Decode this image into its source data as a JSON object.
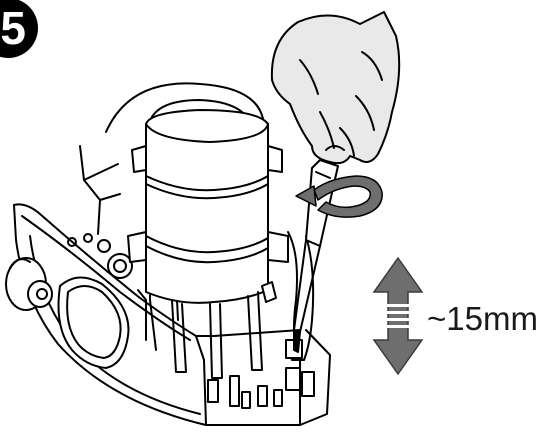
{
  "step": {
    "number": "5"
  },
  "measurement": {
    "label": "~15mm"
  },
  "icons": {
    "step_badge": "step-number-badge",
    "double_arrow": "up-down-arrow-icon",
    "rotate_arrow": "rotate-arrow-icon"
  },
  "colors": {
    "arrow_fill": "#6e6e6e",
    "line": "#000000",
    "hand_fill": "#e9e9e9",
    "badge": "#000000"
  }
}
